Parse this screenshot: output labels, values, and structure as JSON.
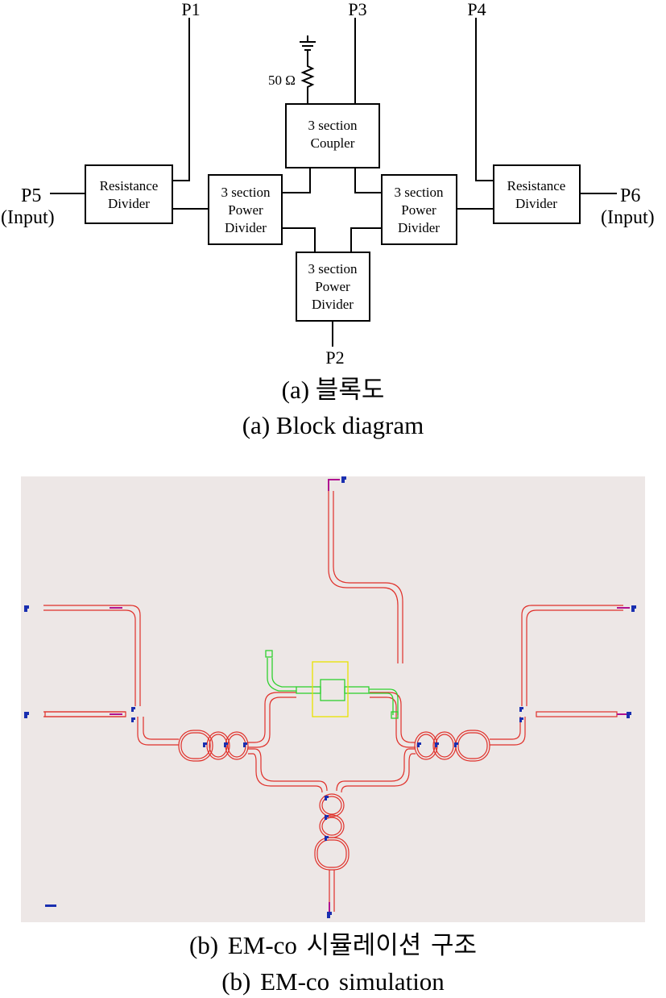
{
  "block_diagram": {
    "ports": {
      "p1": "P1",
      "p2": "P2",
      "p3": "P3",
      "p4": "P4",
      "p5": "P5",
      "p5_sub": "(Input)",
      "p6": "P6",
      "p6_sub": "(Input)"
    },
    "termination": "50 Ω",
    "blocks": {
      "resistance_divider_left": [
        "Resistance",
        "Divider"
      ],
      "resistance_divider_right": [
        "Resistance",
        "Divider"
      ],
      "coupler": [
        "3 section",
        "Coupler"
      ],
      "power_divider_left": [
        "3 section",
        "Power",
        "Divider"
      ],
      "power_divider_right": [
        "3 section",
        "Power",
        "Divider"
      ],
      "power_divider_bottom": [
        "3 section",
        "Power",
        "Divider"
      ]
    }
  },
  "captions": {
    "a_ko": "(a) 블록도",
    "a_en": "(a) Block diagram",
    "b_ko": "(b) EM-co 시뮬레이션 구조",
    "b_en": "(b) EM-co simulation"
  },
  "colors": {
    "line": "#000000",
    "layout_background": "#ede7e6",
    "trace": "#e0302a",
    "coupler_trace": "#2fd12f",
    "coupler_box": "#e8e200",
    "port_marker": "#1a2fb0",
    "feed_line": "#b01090"
  }
}
